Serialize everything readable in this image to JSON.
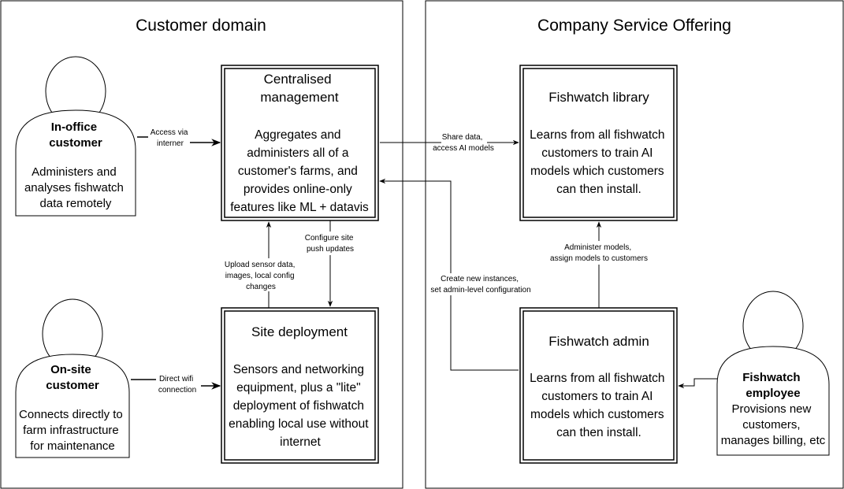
{
  "regions": {
    "customer_domain": "Customer domain",
    "company_offering": "Company Service Offering"
  },
  "actors": {
    "in_office": {
      "name": [
        "In-office",
        "customer"
      ],
      "desc": [
        "Administers and",
        "analyses fishwatch",
        "data remotely"
      ]
    },
    "on_site": {
      "name": [
        "On-site",
        "customer"
      ],
      "desc": [
        "Connects directly to",
        "farm infrastructure",
        "for maintenance"
      ]
    },
    "employee": {
      "name": [
        "Fishwatch",
        "employee"
      ],
      "desc": [
        "Provisions new",
        "customers,",
        "manages billing, etc"
      ]
    }
  },
  "boxes": {
    "centralised": {
      "title": [
        "Centralised",
        "management"
      ],
      "body": [
        "Aggregates and",
        "administers all of a",
        "customer's farms, and",
        "provides online-only",
        "features like ML + datavis"
      ]
    },
    "site": {
      "title": [
        "Site deployment"
      ],
      "body": [
        "Sensors and networking",
        "equipment, plus a \"lite\"",
        "deployment of fishwatch",
        "enabling local use without",
        "internet"
      ]
    },
    "library": {
      "title": [
        "Fishwatch library"
      ],
      "body": [
        "Learns from all fishwatch",
        "customers to train AI",
        "models which customers",
        "can then install."
      ]
    },
    "admin": {
      "title": [
        "Fishwatch admin"
      ],
      "body": [
        "Learns from all fishwatch",
        "customers to train AI",
        "models which customers",
        "can then install."
      ]
    }
  },
  "edges": {
    "access": [
      "Access via",
      "interner"
    ],
    "wifi": [
      "Direct wifi",
      "connection"
    ],
    "upload": [
      "Upload sensor data,",
      "images, local config",
      "changes"
    ],
    "configure": [
      "Configure site",
      "push updates"
    ],
    "share": [
      "Share data,",
      "access AI models"
    ],
    "create": [
      "Create new instances,",
      "set admin-level configuration"
    ],
    "administer": [
      "Administer models,",
      "assign models to customers"
    ]
  }
}
